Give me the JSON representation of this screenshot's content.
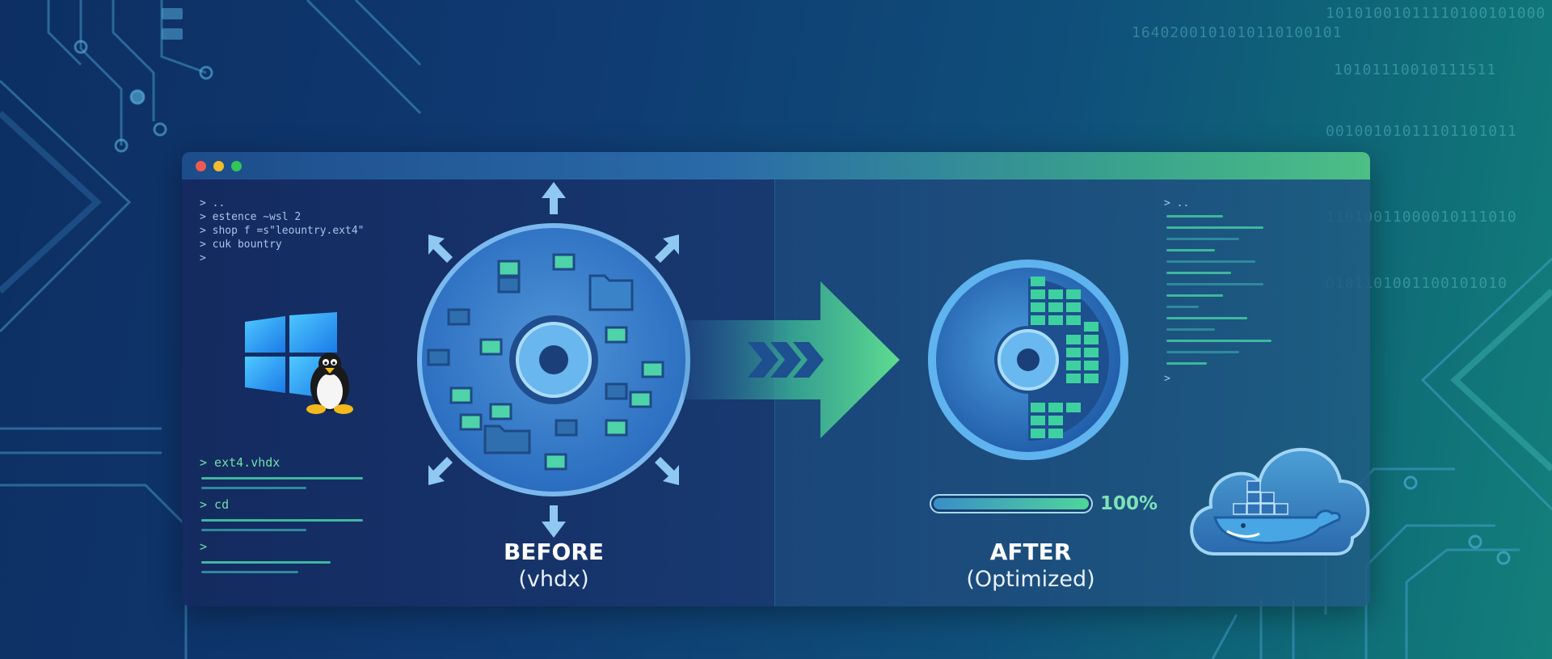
{
  "background": {
    "binary_rows": [
      "10101001011110100101000",
      "1640200101010110100101",
      "10101110010111511",
      "00100101011101101011",
      "11010011000010111010",
      "0101101001100101010"
    ]
  },
  "window": {
    "left_terminal": {
      "lines": [
        "> ..",
        "> estence ~wsl 2",
        "> shop f =s\"leountry.ext4\"",
        "> cuk bountry",
        ">"
      ],
      "cmd1": "> ext4.vhdx",
      "cmd2": "> cd",
      "cmd3": ">"
    },
    "right_terminal": {
      "lines": [
        "> ..",
        ">"
      ]
    },
    "before": {
      "title": "BEFORE",
      "subtitle": "(vhdx)"
    },
    "after": {
      "title": "AFTER",
      "subtitle": "(Optimized)"
    },
    "progress": {
      "value": 1.0,
      "label": "100%"
    }
  },
  "icons": {
    "os": [
      "windows-logo-icon",
      "linux-penguin-icon"
    ],
    "disk_before": "fragmented-disk-icon",
    "disk_after": "optimized-disk-icon",
    "arrow": "transform-arrow-icon",
    "cloud": "docker-cloud-icon"
  },
  "colors": {
    "accent_green": "#4fd59a",
    "accent_blue": "#3a8ec6",
    "window_dark": "#142a5f"
  }
}
